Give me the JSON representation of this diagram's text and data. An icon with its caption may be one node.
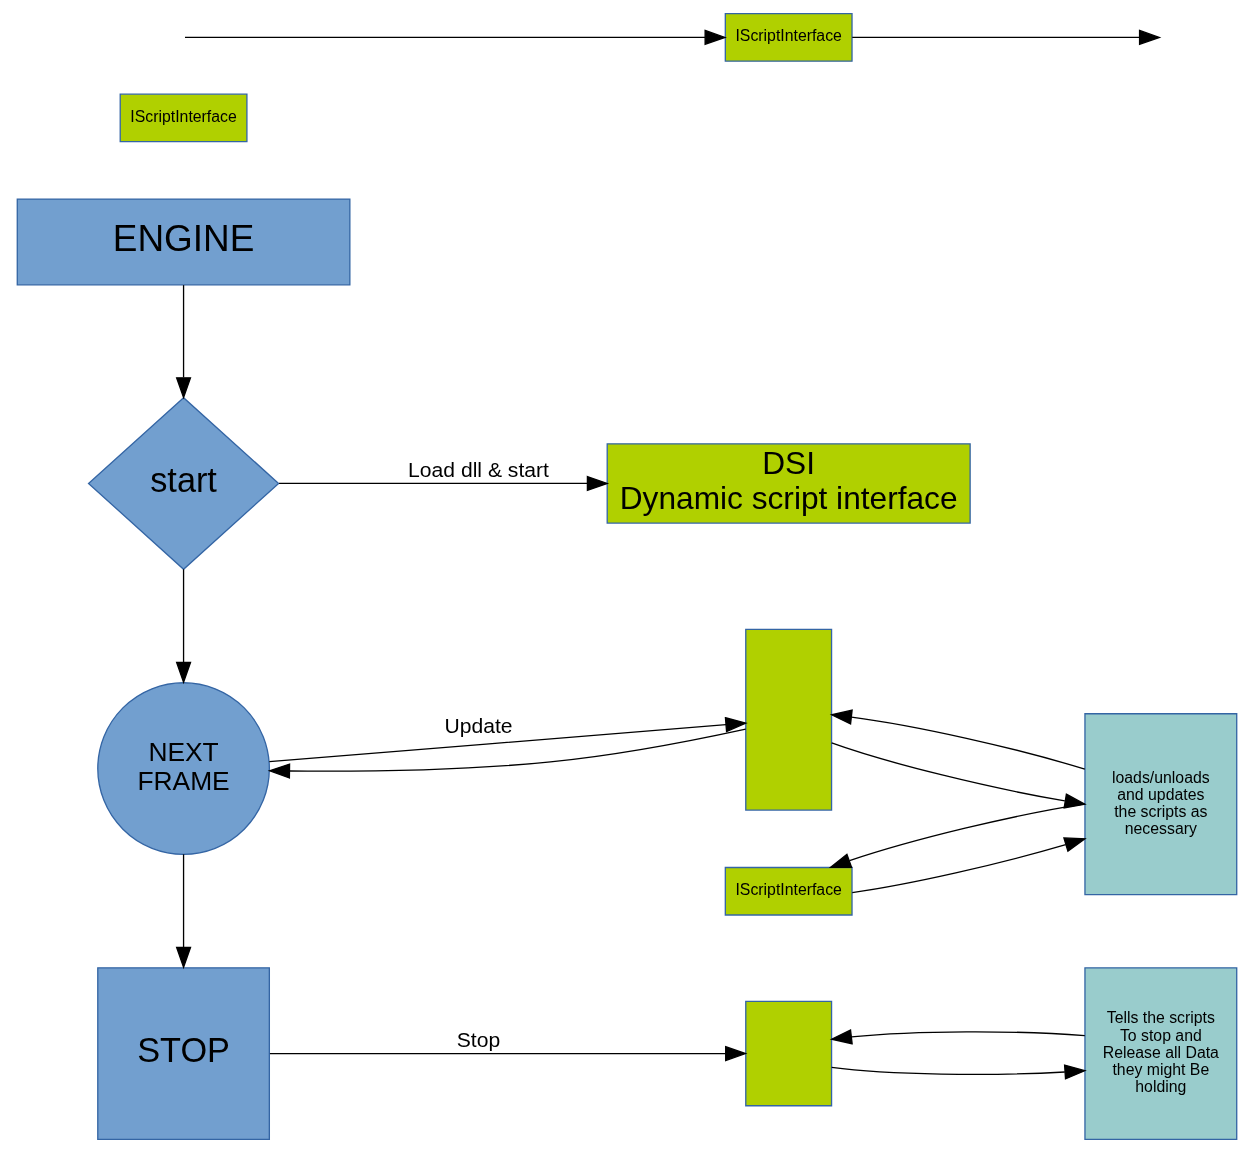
{
  "diagram": {
    "nodes": [
      {
        "text": [
          "ENGINE"
        ]
      },
      {
        "text": [
          "IScriptInterface"
        ]
      },
      {
        "text": [
          "start"
        ]
      },
      {
        "text": [
          "IScriptInterface"
        ]
      },
      {
        "text": [
          "DSI",
          "Dynamic script interface"
        ]
      },
      {
        "text": [
          "IScriptInterface"
        ]
      },
      {
        "text": [
          "NEXT FRAME"
        ]
      },
      {
        "text": [],
        "shape": "bar"
      },
      {
        "text": [
          "loads/unloads and updates the scripts as necessary"
        ]
      },
      {
        "text": [
          "STOP"
        ]
      },
      {
        "text": [],
        "shape": "box"
      },
      {
        "text": [
          "Tells the scripts To stop and Release all Data they might Be holding"
        ]
      }
    ],
    "edges": [
      {
        "from": 0,
        "to": 2,
        "arrow": "to"
      },
      {
        "from": null,
        "to": 3,
        "arrow": "to"
      },
      {
        "from": 3,
        "to": null,
        "arrow": "to"
      },
      {
        "from": 2,
        "to": 4,
        "arrow": "to",
        "label": "Load dll & start"
      },
      {
        "from": 2,
        "to": 6,
        "arrow": "to"
      },
      {
        "from": 6,
        "to": 7,
        "arrow": "to",
        "label": "Update"
      },
      {
        "from": 7,
        "to": 8,
        "arrow": "to"
      },
      {
        "from": 8,
        "to": 7,
        "arrow": "to"
      },
      {
        "from": 7,
        "to": 6,
        "arrow": "to"
      },
      {
        "from": 8,
        "to": 5,
        "arrow": "to"
      },
      {
        "from": 5,
        "to": 8,
        "arrow": "to"
      },
      {
        "from": 6,
        "to": 9,
        "arrow": "to"
      },
      {
        "from": 9,
        "to": 10,
        "arrow": "to",
        "label": "Stop"
      },
      {
        "from": 10,
        "to": 11,
        "arrow": "to"
      },
      {
        "from": 11,
        "to": 10,
        "arrow": "to"
      }
    ]
  }
}
